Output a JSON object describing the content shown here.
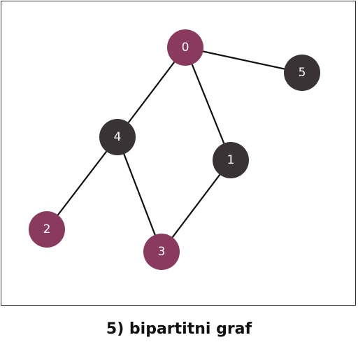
{
  "diagram": {
    "caption": "5) bipartitni graf",
    "colors": {
      "set_a": "#8a3a5e",
      "set_b": "#3a3336",
      "edge": "#111111",
      "border": "#333333"
    },
    "nodes": [
      {
        "id": "0",
        "label": "0",
        "set": "a"
      },
      {
        "id": "1",
        "label": "1",
        "set": "b"
      },
      {
        "id": "2",
        "label": "2",
        "set": "a"
      },
      {
        "id": "3",
        "label": "3",
        "set": "a"
      },
      {
        "id": "4",
        "label": "4",
        "set": "b"
      },
      {
        "id": "5",
        "label": "5",
        "set": "b"
      }
    ],
    "edges": [
      {
        "from": "0",
        "to": "5"
      },
      {
        "from": "0",
        "to": "4"
      },
      {
        "from": "0",
        "to": "1"
      },
      {
        "from": "4",
        "to": "2"
      },
      {
        "from": "4",
        "to": "3"
      },
      {
        "from": "1",
        "to": "3"
      }
    ]
  }
}
